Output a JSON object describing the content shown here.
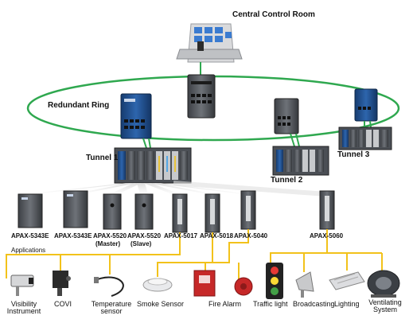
{
  "control_room": {
    "label": "Central Control Room"
  },
  "ring": {
    "label": "Redundant Ring",
    "color": "#2fa84f"
  },
  "tunnels": [
    {
      "label": "Tunnel 1"
    },
    {
      "label": "Tunnel 2"
    },
    {
      "label": "Tunnel 3"
    }
  ],
  "modules": [
    {
      "label": "APAX-5343E"
    },
    {
      "label": "APAX-5343E"
    },
    {
      "label": "APAX-5520",
      "sublabel": "(Master)"
    },
    {
      "label": "APAX-5520",
      "sublabel": "(Slave)"
    },
    {
      "label": "APAX-5017"
    },
    {
      "label": "APAX-5018"
    },
    {
      "label": "APAX-5040"
    },
    {
      "label": "APAX-5060"
    }
  ],
  "applications_label": "Applications",
  "applications": [
    {
      "label_line1": "Visibility",
      "label_line2": "Instrument",
      "icon": "camera-icon"
    },
    {
      "label_line1": "COVI",
      "label_line2": "",
      "icon": "covi-sensor-icon"
    },
    {
      "label_line1": "Temperature",
      "label_line2": "sensor",
      "icon": "temperature-probe-icon"
    },
    {
      "label_line1": "Smoke Sensor",
      "label_line2": "",
      "icon": "smoke-detector-icon"
    },
    {
      "label_line1": "Fire Alarm",
      "label_line2": "",
      "icon": "fire-alarm-icon"
    },
    {
      "label_line1": "Traffic light",
      "label_line2": "",
      "icon": "traffic-light-icon"
    },
    {
      "label_line1": "Broadcasting",
      "label_line2": "",
      "icon": "speaker-icon"
    },
    {
      "label_line1": "Lighting",
      "label_line2": "",
      "icon": "light-fixture-icon"
    },
    {
      "label_line1": "Ventilating",
      "label_line2": "System",
      "icon": "fan-icon"
    }
  ],
  "colors": {
    "wire": "#f2c21b",
    "fiber": "#2fa84f",
    "device_blue": "#1f4f8f",
    "device_gray": "#5a5d63"
  }
}
